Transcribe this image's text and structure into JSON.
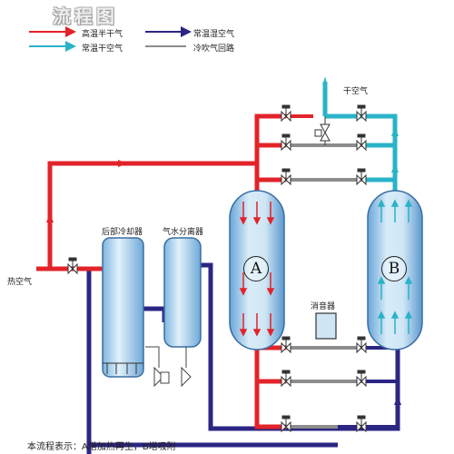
{
  "title": "流程图",
  "colors": {
    "hot_semi_dry": "#e2232a",
    "ambient_dry": "#2ab3c8",
    "ambient_wet": "#2b2583",
    "cold_blow": "#8c8c8c"
  },
  "legend": [
    {
      "key": "hot_semi_dry",
      "label": "高温半干气"
    },
    {
      "key": "ambient_wet",
      "label": "常温湿空气"
    },
    {
      "key": "ambient_dry",
      "label": "常温干空气"
    },
    {
      "key": "cold_blow",
      "label": "冷吹气回路"
    }
  ],
  "labels": {
    "dry_air": "干空气",
    "hot_air": "热空气",
    "aftercooler": "后部冷却器",
    "separator": "气水分离器",
    "silencer": "消音器",
    "tower_a": "A",
    "tower_b": "B"
  },
  "footer": "本流程表示：A塔加热再生，B塔吸附"
}
